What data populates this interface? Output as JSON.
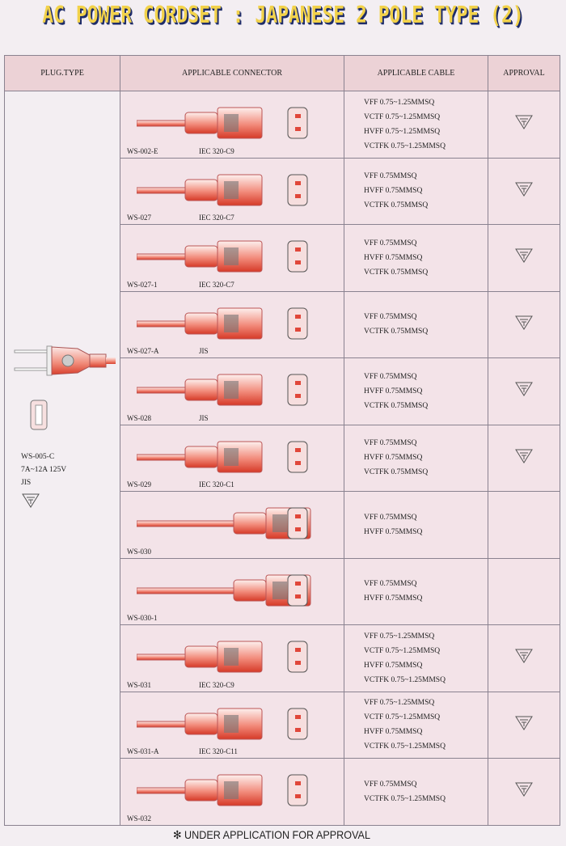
{
  "title": "AC POWER CORDSET : JAPANESE 2 POLE TYPE (2)",
  "headers": [
    "PLUG.TYPE",
    "APPLICABLE CONNECTOR",
    "APPLICABLE CABLE",
    "APPROVAL"
  ],
  "plug": {
    "model": "WS-005-C",
    "rating": "7A~12A 125V",
    "standard": "JIS",
    "approval_icon": "pse-triangle-icon"
  },
  "rows": [
    {
      "model": "WS-002-E",
      "standard": "IEC 320-C9",
      "cables": [
        "VFF 0.75~1.25MMSQ",
        "VCTF 0.75~1.25MMSQ",
        "HVFF 0.75~1.25MMSQ",
        "VCTFK 0.75~1.25MMSQ"
      ],
      "approved": true
    },
    {
      "model": "WS-027",
      "standard": "IEC 320-C7",
      "cables": [
        "VFF 0.75MMSQ",
        "HVFF 0.75MMSQ",
        "VCTFK 0.75MMSQ"
      ],
      "approved": true
    },
    {
      "model": "WS-027-1",
      "standard": "IEC 320-C7",
      "cables": [
        "VFF 0.75MMSQ",
        "HVFF 0.75MMSQ",
        "VCTFK 0.75MMSQ"
      ],
      "approved": true
    },
    {
      "model": "WS-027-A",
      "standard": "JIS",
      "cables": [
        "VFF 0.75MMSQ",
        "VCTFK 0.75MMSQ"
      ],
      "approved": true
    },
    {
      "model": "WS-028",
      "standard": "JIS",
      "cables": [
        "VFF 0.75MMSQ",
        "HVFF 0.75MMSQ",
        "VCTFK 0.75MMSQ"
      ],
      "approved": true
    },
    {
      "model": "WS-029",
      "standard": "IEC 320-C1",
      "cables": [
        "VFF 0.75MMSQ",
        "HVFF 0.75MMSQ",
        "VCTFK 0.75MMSQ"
      ],
      "approved": true
    },
    {
      "model": "WS-030",
      "standard": "",
      "cables": [
        "VFF 0.75MMSQ",
        "HVFF 0.75MMSQ"
      ],
      "approved": false
    },
    {
      "model": "WS-030-1",
      "standard": "",
      "cables": [
        "VFF 0.75MMSQ",
        "HVFF 0.75MMSQ"
      ],
      "approved": false
    },
    {
      "model": "WS-031",
      "standard": "IEC 320-C9",
      "cables": [
        "VFF 0.75~1.25MMSQ",
        "VCTF 0.75~1.25MMSQ",
        "HVFF 0.75MMSQ",
        "VCTFK 0.75~1.25MMSQ"
      ],
      "approved": true
    },
    {
      "model": "WS-031-A",
      "standard": "IEC 320-C11",
      "cables": [
        "VFF 0.75~1.25MMSQ",
        "VCTF 0.75~1.25MMSQ",
        "HVFF 0.75MMSQ",
        "VCTFK 0.75~1.25MMSQ"
      ],
      "approved": true
    },
    {
      "model": "WS-032",
      "standard": "",
      "cables": [
        "VFF 0.75MMSQ",
        "VCTFK 0.75~1.25MMSQ"
      ],
      "approved": true
    }
  ],
  "footnote": "✻ UNDER APPLICATION FOR APPROVAL",
  "colors": {
    "accent": "#e0473a",
    "header_bg": "#ecd2d6",
    "row_bg": "#f3e3e8"
  }
}
